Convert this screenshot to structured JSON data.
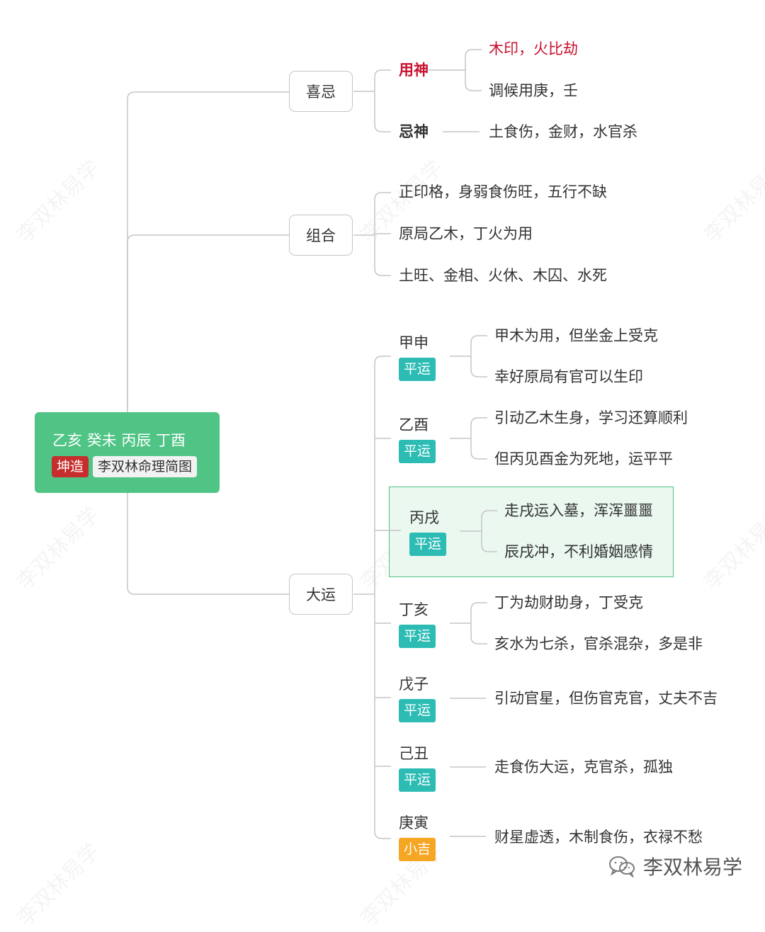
{
  "root": {
    "title": "乙亥 癸未 丙辰 丁酉",
    "tag_gender": "坤造",
    "tag_label": "李双林命理简图"
  },
  "hubs": {
    "xiji": "喜忌",
    "zuhe": "组合",
    "dayun": "大运"
  },
  "xiji": {
    "yongshen_label": "用神",
    "yongshen_items": [
      "木印，火比劫",
      "调候用庚，壬"
    ],
    "jishen_label": "忌神",
    "jishen_item": "土食伤，金财，水官杀"
  },
  "zuhe": {
    "items": [
      "正印格，身弱食伤旺，五行不缺",
      "原局乙木，丁火为用",
      "土旺、金相、火休、木囚、水死"
    ]
  },
  "dayun": [
    {
      "name": "甲申",
      "badge": "平运",
      "notes": [
        "甲木为用，但坐金上受克",
        "幸好原局有官可以生印"
      ]
    },
    {
      "name": "乙酉",
      "badge": "平运",
      "notes": [
        "引动乙木生身，学习还算顺利",
        "但丙见酉金为死地，运平平"
      ]
    },
    {
      "name": "丙戌",
      "badge": "平运",
      "notes": [
        "走戌运入墓，浑浑噩噩",
        "辰戌冲，不利婚姻感情"
      ]
    },
    {
      "name": "丁亥",
      "badge": "平运",
      "notes": [
        "丁为劫财助身，丁受克",
        "亥水为七杀，官杀混杂，多是非"
      ]
    },
    {
      "name": "戊子",
      "badge": "平运",
      "notes": [
        "引动官星，但伤官克官，丈夫不吉"
      ]
    },
    {
      "name": "己丑",
      "badge": "平运",
      "notes": [
        "走食伤大运，克官杀，孤独"
      ]
    },
    {
      "name": "庚寅",
      "badge": "小吉",
      "notes": [
        "财星虚透，木制食伤，衣禄不愁"
      ]
    }
  ],
  "footer": {
    "brand": "李双林易学",
    "icon": "wechat-icon"
  },
  "watermark": "李双林易学",
  "colors": {
    "root_bg": "#4fc485",
    "badge_teal": "#2dbcb4",
    "badge_orange": "#f5a623",
    "tag_red": "#c62d2d",
    "highlight_red": "#c8102e",
    "line": "#c6c6c6"
  }
}
